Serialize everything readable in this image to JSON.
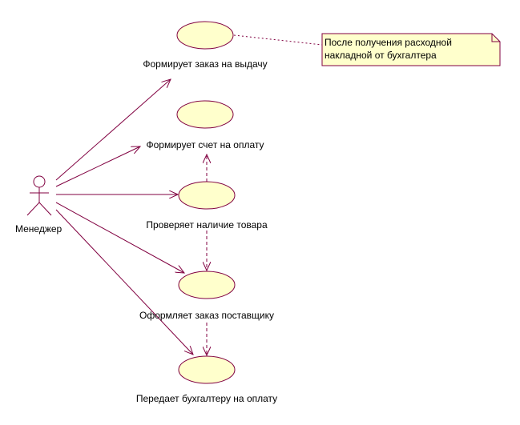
{
  "colors": {
    "usecase_fill": "#ffffcc",
    "outline": "#800040",
    "note_fill": "#ffffcc",
    "background": "#ffffff"
  },
  "actor": {
    "name": "Менеджер"
  },
  "use_cases": [
    {
      "id": "uc1",
      "label": "Формирует заказ на выдачу"
    },
    {
      "id": "uc2",
      "label": "Формирует счет на оплату"
    },
    {
      "id": "uc3",
      "label": "Проверяет наличие товара"
    },
    {
      "id": "uc4",
      "label": "Оформляет заказ поставщику"
    },
    {
      "id": "uc5",
      "label": "Передает бухгалтеру на оплату"
    }
  ],
  "note": {
    "lines": [
      "После получения расходной",
      "накладной от бухгалтера"
    ]
  },
  "associations": [
    {
      "from": "actor",
      "to": "uc1"
    },
    {
      "from": "actor",
      "to": "uc2"
    },
    {
      "from": "actor",
      "to": "uc3"
    },
    {
      "from": "actor",
      "to": "uc4"
    },
    {
      "from": "actor",
      "to": "uc5"
    }
  ],
  "dependencies": [
    {
      "from": "uc3",
      "to": "uc2"
    },
    {
      "from": "uc3",
      "to": "uc4"
    },
    {
      "from": "uc4",
      "to": "uc5"
    }
  ],
  "note_links": [
    {
      "from": "uc1",
      "to": "note"
    }
  ]
}
